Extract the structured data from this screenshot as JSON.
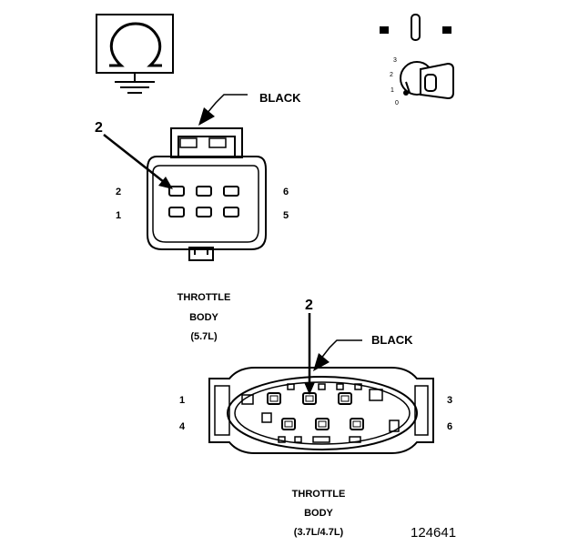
{
  "symbols": {
    "ohmmeter_icon": "ohm-meter-symbol",
    "key_icon": "ignition-key-symbol"
  },
  "ignition": {
    "positions": [
      "3",
      "2",
      "1",
      "0"
    ]
  },
  "connector_57": {
    "wire_label": "BLACK",
    "callout": "2",
    "pin_left_top": "2",
    "pin_left_bottom": "1",
    "pin_right_top": "6",
    "pin_right_bottom": "5",
    "caption_line1": "THROTTLE",
    "caption_line2": "BODY",
    "caption_line3": "(5.7L)"
  },
  "connector_3747": {
    "wire_label": "BLACK",
    "callout": "2",
    "pin_left_top": "1",
    "pin_left_bottom": "4",
    "pin_right_top": "3",
    "pin_right_bottom": "6",
    "caption_line1": "THROTTLE",
    "caption_line2": "BODY",
    "caption_line3": "(3.7L/4.7L)"
  },
  "figure_number": "124641"
}
